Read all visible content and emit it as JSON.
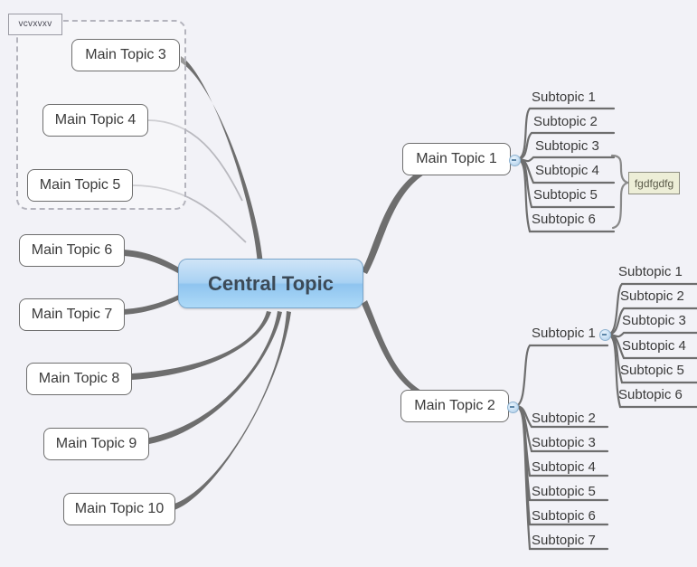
{
  "document": {
    "type": "mind-map",
    "background_color": "#f2f2f7",
    "accent_color": "#a9d2f3",
    "line_color": "#6e6e6e"
  },
  "central": {
    "label": "Central Topic"
  },
  "boundary": {
    "label": "vcvxvxv"
  },
  "callout": {
    "label": "fgdfgdfg"
  },
  "main_topics": [
    {
      "label": "Main Topic 1"
    },
    {
      "label": "Main Topic 2"
    },
    {
      "label": "Main Topic 3"
    },
    {
      "label": "Main Topic 4"
    },
    {
      "label": "Main Topic 5"
    },
    {
      "label": "Main Topic 6"
    },
    {
      "label": "Main Topic 7"
    },
    {
      "label": "Main Topic 8"
    },
    {
      "label": "Main Topic 9"
    },
    {
      "label": "Main Topic 10"
    }
  ],
  "topic1_subtopics": [
    {
      "label": "Subtopic 1"
    },
    {
      "label": "Subtopic 2"
    },
    {
      "label": "Subtopic 3"
    },
    {
      "label": "Subtopic 4"
    },
    {
      "label": "Subtopic 5"
    },
    {
      "label": "Subtopic 6"
    }
  ],
  "topic2_subtopics": [
    {
      "label": "Subtopic 1"
    },
    {
      "label": "Subtopic 2"
    },
    {
      "label": "Subtopic 3"
    },
    {
      "label": "Subtopic 4"
    },
    {
      "label": "Subtopic 5"
    },
    {
      "label": "Subtopic 6"
    },
    {
      "label": "Subtopic 7"
    }
  ],
  "topic2_sub1_subtopics": [
    {
      "label": "Subtopic 1"
    },
    {
      "label": "Subtopic 2"
    },
    {
      "label": "Subtopic 3"
    },
    {
      "label": "Subtopic 4"
    },
    {
      "label": "Subtopic 5"
    },
    {
      "label": "Subtopic 6"
    }
  ],
  "icons": {
    "collapse": "collapse-minus-icon"
  }
}
